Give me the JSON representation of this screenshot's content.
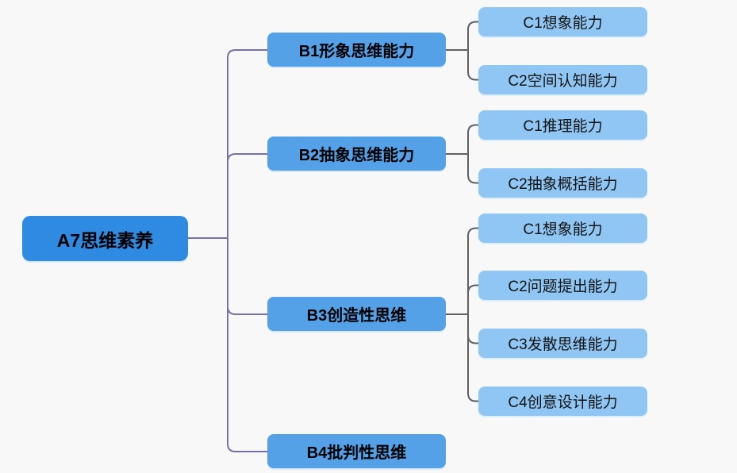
{
  "diagram": {
    "title": "A7 thinking-literacy mind map",
    "background_color": "#f8f8f9",
    "root": {
      "id": "A7",
      "label": "A7思维素养",
      "color": "#2f8be2"
    },
    "branch_color": "#55a1e8",
    "leaf_color": "#90c6f3",
    "connector_colors": {
      "level1": "#776fa8",
      "level2": "#606060"
    },
    "branches": [
      {
        "id": "B1",
        "label": "B1形象思维能力",
        "children": [
          {
            "id": "C1",
            "label": "C1想象能力"
          },
          {
            "id": "C2",
            "label": "C2空间认知能力"
          }
        ]
      },
      {
        "id": "B2",
        "label": "B2抽象思维能力",
        "children": [
          {
            "id": "C1",
            "label": "C1推理能力"
          },
          {
            "id": "C2",
            "label": "C2抽象概括能力"
          }
        ]
      },
      {
        "id": "B3",
        "label": "B3创造性思维",
        "children": [
          {
            "id": "C1",
            "label": "C1想象能力"
          },
          {
            "id": "C2",
            "label": "C2问题提出能力"
          },
          {
            "id": "C3",
            "label": "C3发散思维能力"
          },
          {
            "id": "C4",
            "label": "C4创意设计能力"
          }
        ]
      },
      {
        "id": "B4",
        "label": "B4批判性思维",
        "children": []
      }
    ]
  }
}
